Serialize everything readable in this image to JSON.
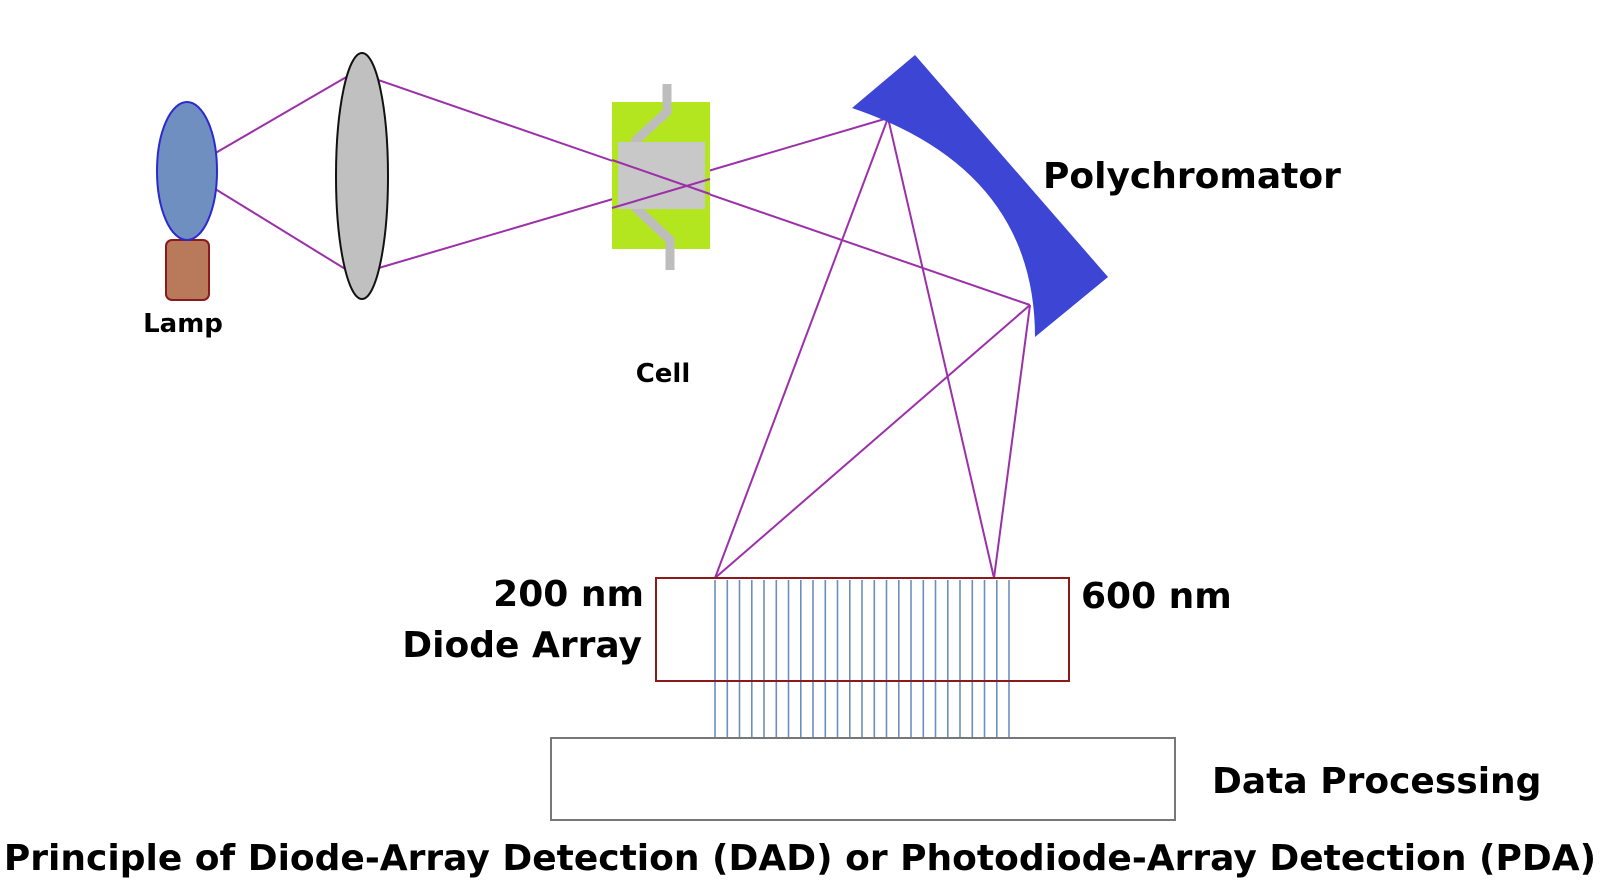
{
  "labels": {
    "lamp": "Lamp",
    "cell": "Cell",
    "polychromator": "Polychromator",
    "wavelength_start": "200 nm",
    "diode_array": "Diode Array",
    "wavelength_end": "600 nm",
    "data_processing": "Data Processing",
    "caption": "Principle of Diode-Array Detection (DAD) or Photodiode-Array Detection (PDA)"
  },
  "colors": {
    "ray": "#9b30a8",
    "lamp_bulb": "#6e8fbf",
    "lamp_base": "#b87a5a",
    "lens": "#c0c0c0",
    "cell_body": "#b3e61e",
    "cell_window": "#c8c8c8",
    "polychromator": "#3d45d4",
    "diode_frame": "#8b1a1a",
    "diode_lines": "#6a8fbf",
    "processing_box": "#777777"
  },
  "diode_array": {
    "element_count": 25
  }
}
